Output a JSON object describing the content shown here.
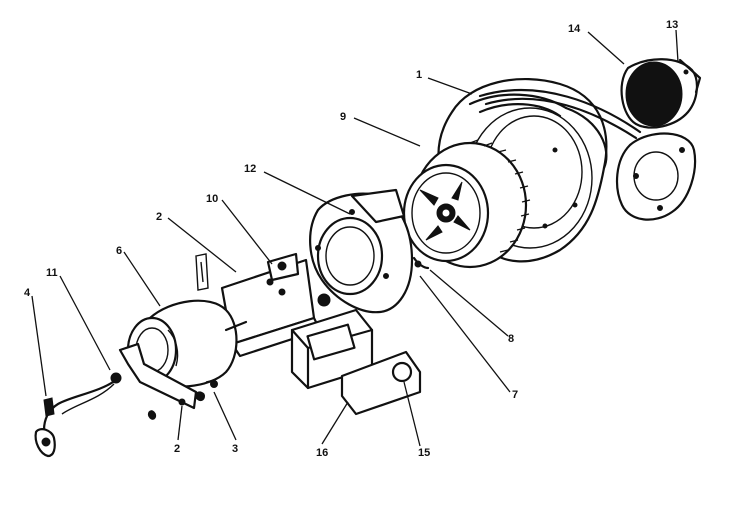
{
  "diagram": {
    "callouts": {
      "c1": "1",
      "c2a": "2",
      "c2b": "2",
      "c3": "3",
      "c4": "4",
      "c6": "6",
      "c7": "7",
      "c8": "8",
      "c9": "9",
      "c10": "10",
      "c11": "11",
      "c12": "12",
      "c13": "13",
      "c14": "14",
      "c15": "15",
      "c16": "16"
    },
    "colors": {
      "ink": "#111111",
      "paper": "#ffffff"
    }
  }
}
